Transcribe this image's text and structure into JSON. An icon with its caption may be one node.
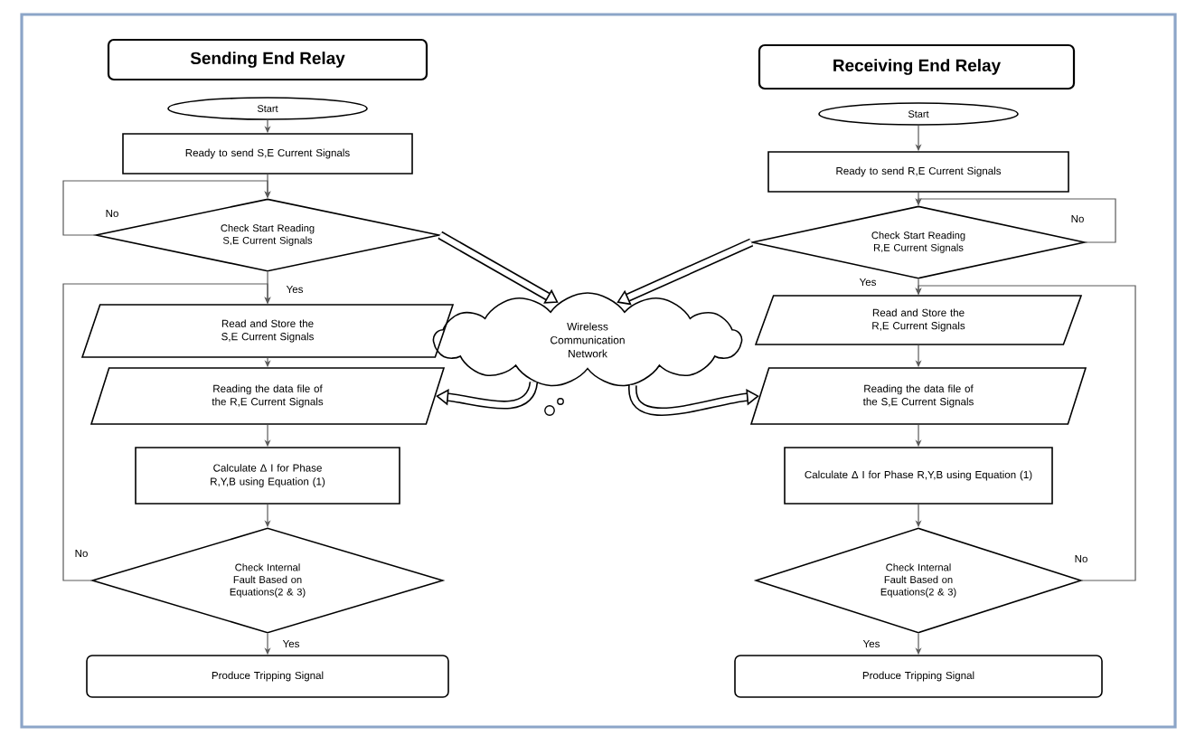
{
  "diagram": {
    "nodes": [
      {
        "text": [
          "Sending End Relay"
        ]
      },
      {
        "text": [
          "Start"
        ]
      },
      {
        "text": [
          "Ready to send S,E Current Signals"
        ]
      },
      {
        "text": [
          "Check Start Reading S,E Current Signals"
        ]
      },
      {
        "text": [
          "Read and Store the S,E Current Signals"
        ]
      },
      {
        "text": [
          "Reading the data file of the R,E Current Signals"
        ]
      },
      {
        "text": [
          "Calculate Δ I for Phase R,Y,B using Equation (1)"
        ]
      },
      {
        "text": [
          "Check Internal Fault Based on Equations(2 & 3)"
        ]
      },
      {
        "text": [
          "Produce Tripping Signal"
        ]
      },
      {
        "text": [
          "Wireless Communication Network"
        ]
      },
      {
        "text": [
          "Receiving  End Relay"
        ]
      },
      {
        "text": [
          "Start"
        ]
      },
      {
        "text": [
          "Ready to send R,E Current Signals"
        ]
      },
      {
        "text": [
          "Check Start Reading R,E Current Signals"
        ]
      },
      {
        "text": [
          "Read and Store the R,E Current Signals"
        ]
      },
      {
        "text": [
          "Reading the data file of the S,E Current Signals"
        ]
      },
      {
        "text": [
          "Calculate Δ I for Phase R,Y,B using Equation (1)"
        ]
      },
      {
        "text": [
          "Check Internal Fault Based on Equations(2 & 3)"
        ]
      },
      {
        "text": [
          "Produce Tripping Signal"
        ]
      }
    ],
    "edges": [
      {
        "from": 1,
        "to": 2,
        "arrow": "to"
      },
      {
        "from": 2,
        "to": 3,
        "arrow": "to"
      },
      {
        "from": 3,
        "to": 3,
        "arrow": "to",
        "label": "No"
      },
      {
        "from": 3,
        "to": 4,
        "arrow": "to",
        "label": "Yes"
      },
      {
        "from": 4,
        "to": 5,
        "arrow": "to"
      },
      {
        "from": 5,
        "to": 6,
        "arrow": "to"
      },
      {
        "from": 6,
        "to": 7,
        "arrow": "to"
      },
      {
        "from": 7,
        "to": 4,
        "arrow": "to",
        "label": "No"
      },
      {
        "from": 7,
        "to": 8,
        "arrow": "to",
        "label": "Yes"
      },
      {
        "from": 3,
        "to": 9,
        "arrow": "to",
        "style": "thick"
      },
      {
        "from": 9,
        "to": 5,
        "arrow": "to",
        "style": "thick"
      },
      {
        "from": 11,
        "to": 12,
        "arrow": "to"
      },
      {
        "from": 12,
        "to": 13,
        "arrow": "to"
      },
      {
        "from": 13,
        "to": 13,
        "arrow": "to",
        "label": "No"
      },
      {
        "from": 13,
        "to": 14,
        "arrow": "to",
        "label": "Yes"
      },
      {
        "from": 14,
        "to": 15,
        "arrow": "to"
      },
      {
        "from": 15,
        "to": 16,
        "arrow": "to"
      },
      {
        "from": 16,
        "to": 17,
        "arrow": "to"
      },
      {
        "from": 17,
        "to": 14,
        "arrow": "to",
        "label": "No"
      },
      {
        "from": 17,
        "to": 18,
        "arrow": "to",
        "label": "Yes"
      },
      {
        "from": 13,
        "to": 9,
        "arrow": "to",
        "style": "thick"
      },
      {
        "from": 9,
        "to": 15,
        "arrow": "to",
        "style": "thick"
      }
    ]
  }
}
